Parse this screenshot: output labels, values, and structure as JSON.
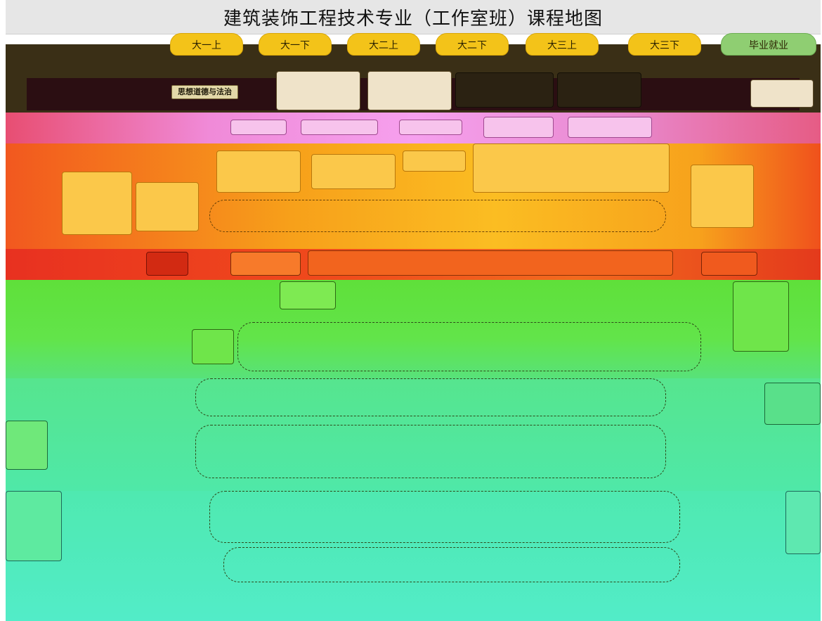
{
  "title": "建筑装饰工程技术专业（工作室班）课程地图",
  "semester_tabs": [
    {
      "label": "大一上"
    },
    {
      "label": "大一下"
    },
    {
      "label": "大二上"
    },
    {
      "label": "大二下"
    },
    {
      "label": "大三上"
    },
    {
      "label": "大三下"
    },
    {
      "label": "毕业就业"
    }
  ],
  "courses": [
    {
      "label": "思想道德与法治"
    }
  ],
  "colors": {
    "title_bg": "#e6e6e6",
    "tab_yellow": "#f3c319",
    "tab_green": "#8fce72",
    "band_dark": "#3a2f16",
    "band_pink": "#f08ad8",
    "band_orange": "#fbbd22",
    "band_red": "#f04a1c",
    "band_green": "#5fe03a",
    "band_teal": "#4fe8a8",
    "band_cyan": "#52ecc8"
  }
}
